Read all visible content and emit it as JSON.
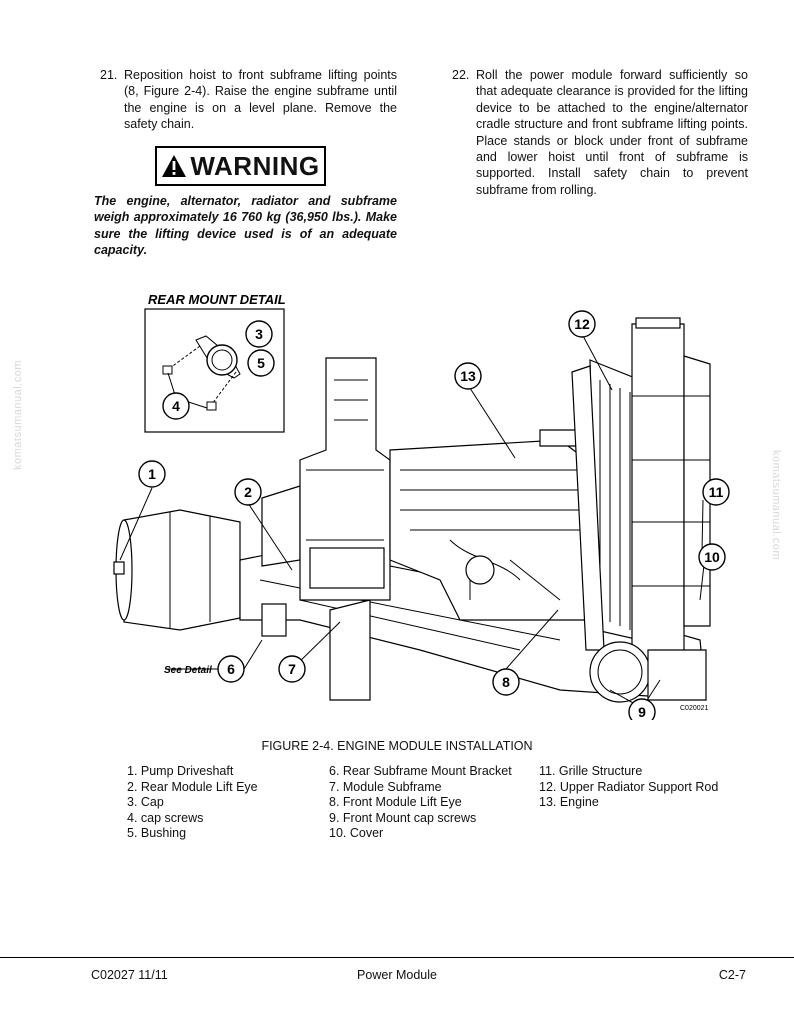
{
  "steps": {
    "s21": {
      "num": "21.",
      "text": "Reposition hoist to front subframe lifting points (8, Figure 2-4). Raise the engine subframe until the engine is on a level plane. Remove the safety chain."
    },
    "s22": {
      "num": "22.",
      "text": "Roll the power module forward sufficiently so that adequate clearance is provided for the lifting device to be attached to the engine/alternator cradle structure and front subframe lifting points. Place stands or block under front of subframe and lower hoist until front of subframe is supported. Install safety chain to prevent subframe from rolling."
    }
  },
  "warning": {
    "label": "WARNING",
    "text": "The engine, alternator, radiator and subframe weigh approximately 16 760 kg (36,950 lbs.). Make sure the lifting device used is of an adequate capacity."
  },
  "figure": {
    "detail_title": "REAR MOUNT DETAIL",
    "see_detail": "See Detail",
    "code": "C020021",
    "callouts": [
      "1",
      "2",
      "3",
      "4",
      "5",
      "6",
      "7",
      "8",
      "9",
      "10",
      "11",
      "12",
      "13"
    ],
    "caption": "FIGURE 2-4. ENGINE MODULE INSTALLATION"
  },
  "legend": {
    "col1": [
      "1. Pump Driveshaft",
      "2. Rear Module Lift Eye",
      "3. Cap",
      "4. cap screws",
      "5. Bushing"
    ],
    "col2": [
      "6. Rear Subframe Mount Bracket",
      "7. Module Subframe",
      "8. Front Module Lift Eye",
      "9. Front Mount cap screws",
      "10. Cover"
    ],
    "col3": [
      "11. Grille Structure",
      "12. Upper Radiator Support Rod",
      "13. Engine"
    ]
  },
  "footer": {
    "left": "C02027  11/11",
    "center": "Power Module",
    "right": "C2-7"
  },
  "watermark": "komatsumanual.com"
}
